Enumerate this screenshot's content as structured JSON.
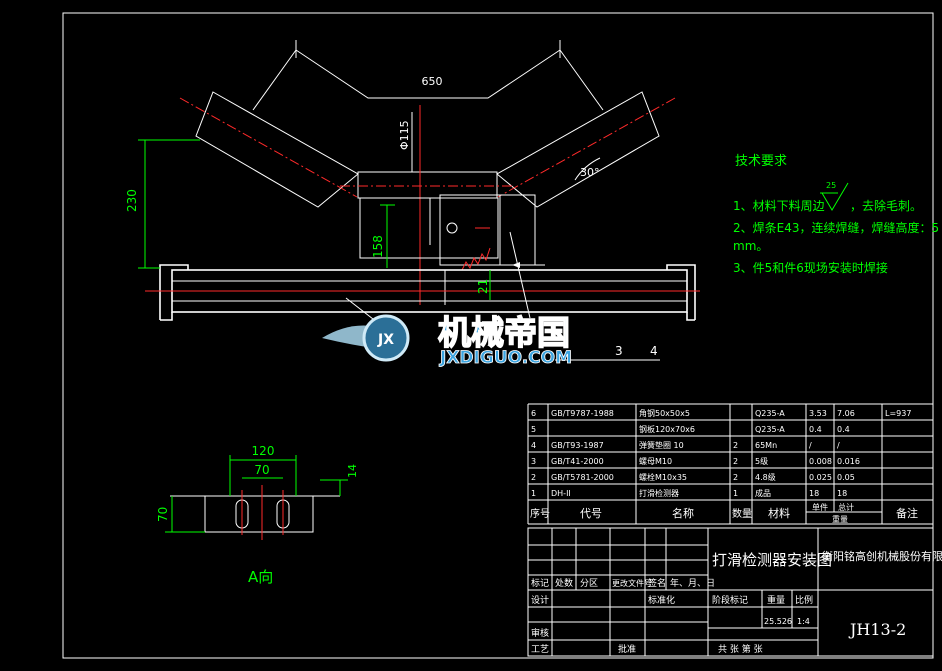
{
  "drawing": {
    "dimensions": {
      "width_650": "650",
      "dia_115": "Φ115",
      "angle_30": "30°",
      "height_230": "230",
      "height_158": "158",
      "dim_21": "21",
      "label_3": "3",
      "label_4": "4",
      "detail_120": "120",
      "detail_70w": "70",
      "detail_70h": "70",
      "detail_14": "14"
    },
    "view_label": "A向",
    "tech_requirements": {
      "title": "技术要求",
      "roughness": "25",
      "line1a": "1、材料下料周边",
      "line1b": "，去除毛刺。",
      "line2": "2、焊条E43，连续焊缝，焊缝高度：5",
      "line2b": "mm。",
      "line3": "3、件5和件6现场安装时焊接"
    },
    "watermark": {
      "cn": "机械帝国",
      "en": "JXDIGUO.COM",
      "badge": "JX"
    }
  },
  "bom": {
    "rows": [
      {
        "no": "6",
        "code": "GB/T9787-1988",
        "name": "角钢50x50x5",
        "qty": "",
        "material": "Q235-A",
        "unit": "3.53",
        "total": "7.06",
        "note": "L=937"
      },
      {
        "no": "5",
        "code": "",
        "name": "钢板120x70x6",
        "qty": "",
        "material": "Q235-A",
        "unit": "0.4",
        "total": "0.4",
        "note": ""
      },
      {
        "no": "4",
        "code": "GB/T93-1987",
        "name": "弹簧垫圈 10",
        "qty": "2",
        "material": "65Mn",
        "unit": "/",
        "total": "/",
        "note": ""
      },
      {
        "no": "3",
        "code": "GB/T41-2000",
        "name": "螺母M10",
        "qty": "2",
        "material": "5级",
        "unit": "0.008",
        "total": "0.016",
        "note": ""
      },
      {
        "no": "2",
        "code": "GB/T5781-2000",
        "name": "螺栓M10x35",
        "qty": "2",
        "material": "4.8级",
        "unit": "0.025",
        "total": "0.05",
        "note": ""
      },
      {
        "no": "1",
        "code": "DH-II",
        "name": "打滑检测器",
        "qty": "1",
        "material": "成品",
        "unit": "18",
        "total": "18",
        "note": ""
      }
    ],
    "header": {
      "no": "序号",
      "code": "代号",
      "name": "名称",
      "qty": "数量",
      "material": "材料",
      "unit": "单件",
      "total": "总计",
      "weight": "重量",
      "note": "备注"
    }
  },
  "title_block": {
    "title": "打滑检测器安装图",
    "company": "衡阳铭高创机械股份有限公司",
    "drawing_no": "JH13-2",
    "weight": "25.526",
    "scale": "1:4",
    "stage_label": "阶段标记",
    "weight_label": "重量",
    "scale_label": "比例",
    "sheets_label": "共 张 第 张",
    "rev_labels": [
      "标记",
      "处数",
      "分区",
      "更改文件号",
      "签名",
      "年、月、日"
    ],
    "design": "设计",
    "standard": "标准化",
    "review": "审核",
    "process": "工艺",
    "approve": "批准"
  }
}
